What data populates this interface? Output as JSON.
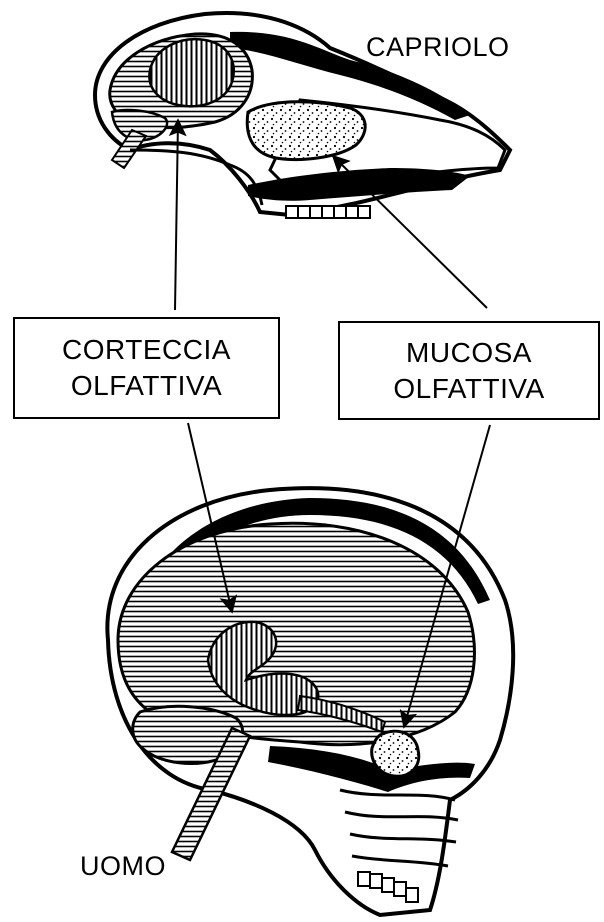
{
  "labels": {
    "deer": "CAPRIOLO",
    "human": "UOMO"
  },
  "boxes": {
    "cortex": {
      "line1": "CORTECCIA",
      "line2": "OLFATTIVA"
    },
    "mucosa": {
      "line1": "MUCOSA",
      "line2": "OLFATTIVA"
    }
  },
  "colors": {
    "ink": "#000000",
    "paper": "#ffffff"
  }
}
